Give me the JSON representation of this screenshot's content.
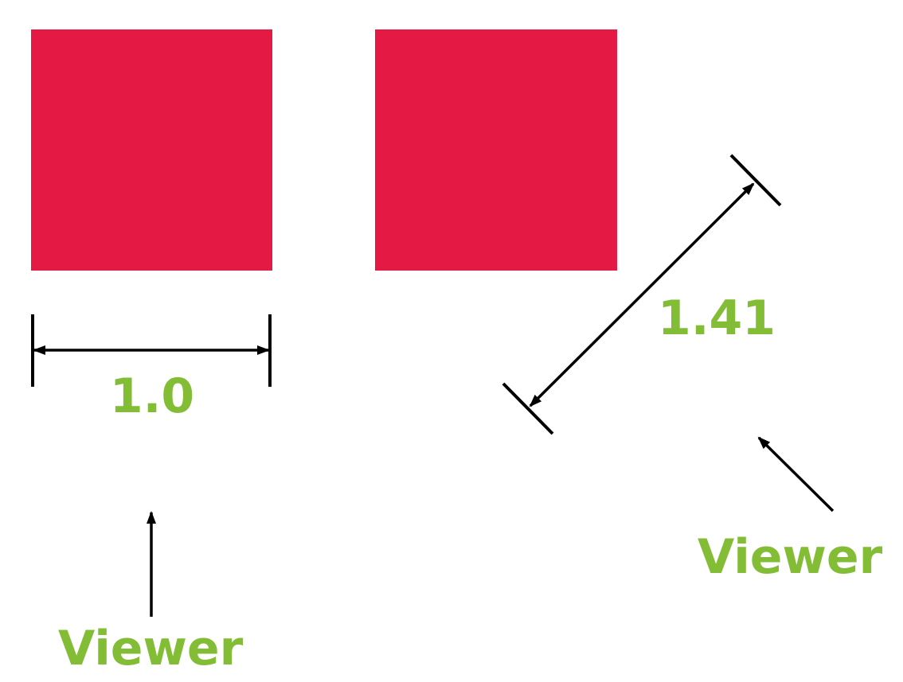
{
  "colors": {
    "square": "#e41a45",
    "label": "#83bd35",
    "line": "#000000",
    "background": "#ffffff"
  },
  "left_view": {
    "measurement": "1.0",
    "viewer_label": "Viewer"
  },
  "right_view": {
    "measurement": "1.41",
    "viewer_label": "Viewer"
  }
}
